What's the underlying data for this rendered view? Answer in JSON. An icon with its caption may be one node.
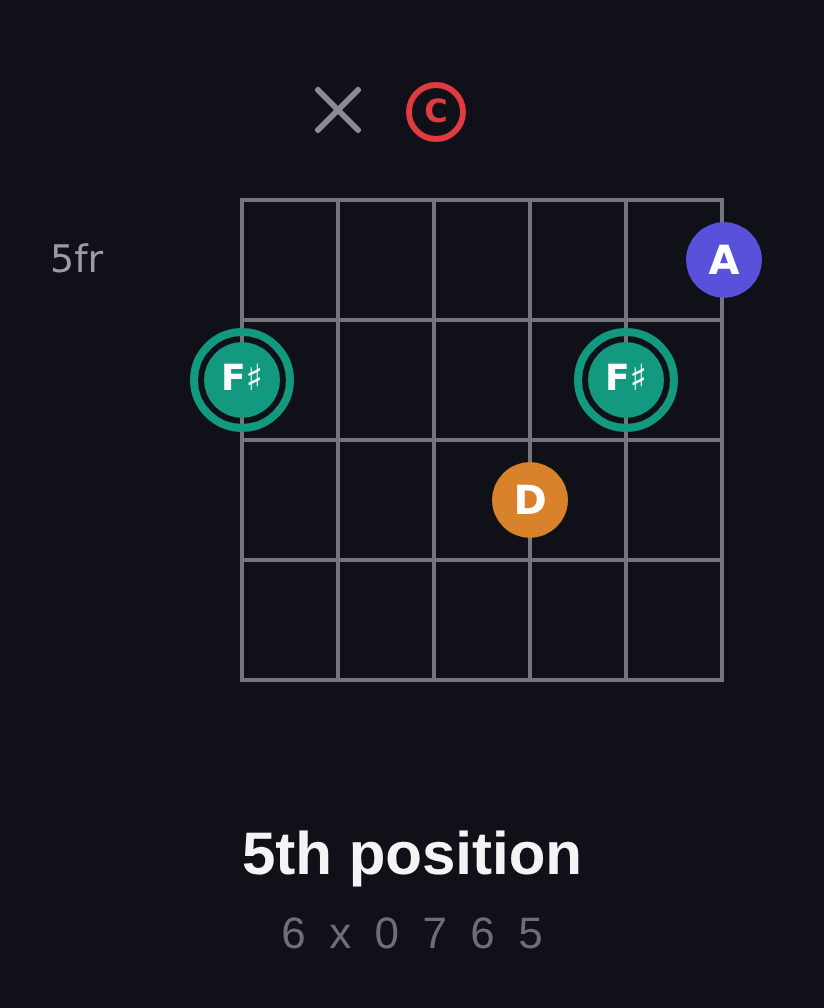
{
  "diagram": {
    "title": "5th position",
    "nodes": [
      {
        "text": [
          "C"
        ]
      },
      {
        "text": [
          "A"
        ]
      },
      {
        "text": [
          "F♯"
        ]
      },
      {
        "text": [
          "F♯"
        ]
      },
      {
        "text": [
          "D"
        ]
      }
    ],
    "labels": [
      "5fr",
      "6 x 0 7 6 5"
    ]
  }
}
